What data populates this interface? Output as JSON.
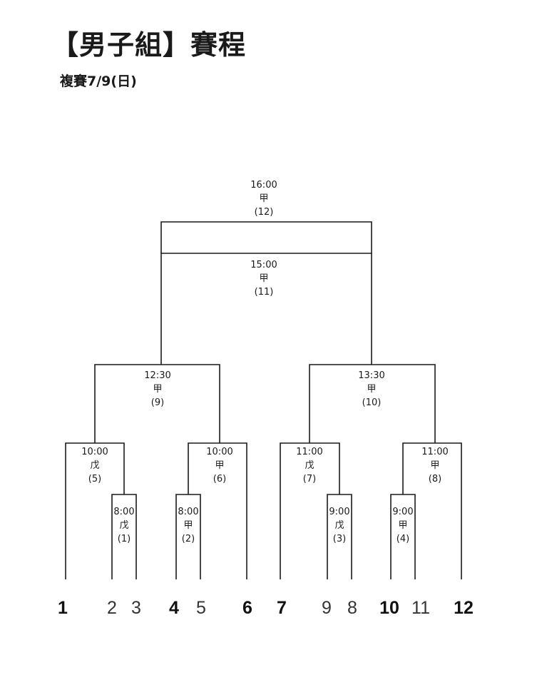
{
  "header": {
    "title": "【男子組】賽程",
    "subtitle": "複賽7/9(日)"
  },
  "matches": [
    {
      "id": "m1",
      "time": "8:00",
      "court": "戊",
      "no": "(1)"
    },
    {
      "id": "m2",
      "time": "8:00",
      "court": "甲",
      "no": "(2)"
    },
    {
      "id": "m3",
      "time": "9:00",
      "court": "戊",
      "no": "(3)"
    },
    {
      "id": "m4",
      "time": "9:00",
      "court": "甲",
      "no": "(4)"
    },
    {
      "id": "m5",
      "time": "10:00",
      "court": "戊",
      "no": "(5)"
    },
    {
      "id": "m6",
      "time": "10:00",
      "court": "甲",
      "no": "(6)"
    },
    {
      "id": "m7",
      "time": "11:00",
      "court": "戊",
      "no": "(7)"
    },
    {
      "id": "m8",
      "time": "11:00",
      "court": "甲",
      "no": "(8)"
    },
    {
      "id": "m9",
      "time": "12:30",
      "court": "甲",
      "no": "(9)"
    },
    {
      "id": "m10",
      "time": "13:30",
      "court": "甲",
      "no": "(10)"
    },
    {
      "id": "m11",
      "time": "15:00",
      "court": "甲",
      "no": "(11)"
    },
    {
      "id": "m12",
      "time": "16:00",
      "court": "甲",
      "no": "(12)"
    }
  ],
  "seeds": [
    {
      "label": "1",
      "strong": true
    },
    {
      "label": "2",
      "strong": false
    },
    {
      "label": "3",
      "strong": false
    },
    {
      "label": "4",
      "strong": true
    },
    {
      "label": "5",
      "strong": false
    },
    {
      "label": "6",
      "strong": true
    },
    {
      "label": "7",
      "strong": true
    },
    {
      "label": "9",
      "strong": false
    },
    {
      "label": "8",
      "strong": false
    },
    {
      "label": "10",
      "strong": true
    },
    {
      "label": "11",
      "strong": false
    },
    {
      "label": "12",
      "strong": true
    }
  ]
}
